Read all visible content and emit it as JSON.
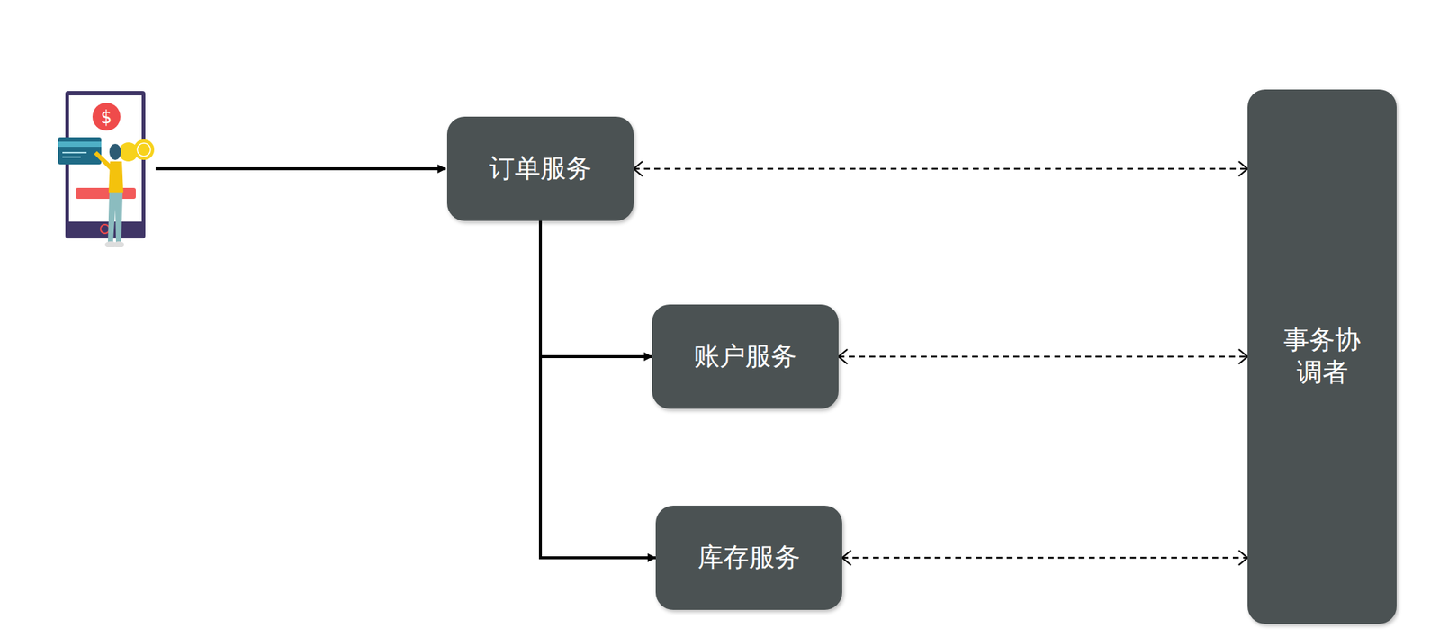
{
  "diagram": {
    "nodes": [
      {
        "text": [
          "订单服务"
        ]
      },
      {
        "text": [
          "账户服务"
        ]
      },
      {
        "text": [
          "库存服务"
        ]
      },
      {
        "text": [
          "事务协调者"
        ]
      }
    ],
    "edges": [
      {
        "from": 0,
        "to": 1,
        "arrow": "to"
      },
      {
        "from": 0,
        "to": 2,
        "arrow": "to"
      },
      {
        "from": 0,
        "to": 3,
        "arrow": "both"
      },
      {
        "from": 1,
        "to": 3,
        "arrow": "both"
      },
      {
        "from": 2,
        "to": 3,
        "arrow": "both"
      }
    ]
  }
}
